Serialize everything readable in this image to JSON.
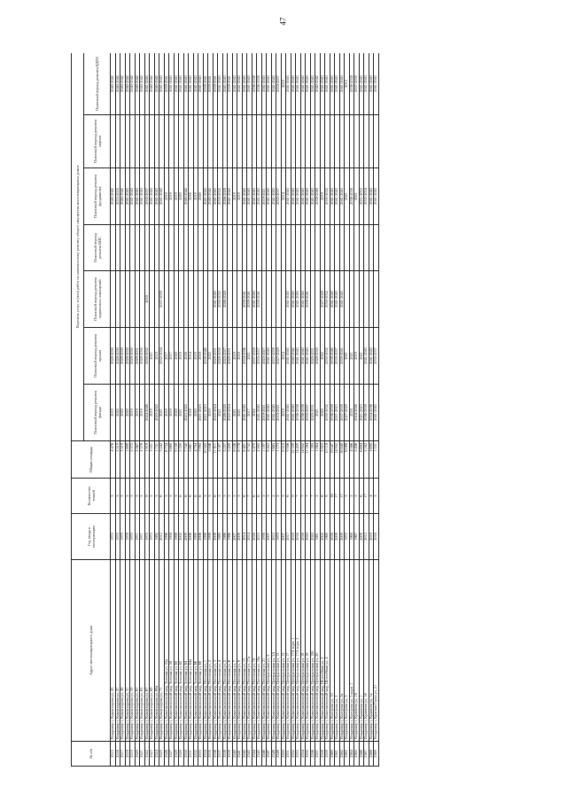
{
  "page_number": "47",
  "table": {
    "headers": {
      "num": "№ п/п",
      "address": "Адрес многоквартирного дома",
      "year": "Год ввода в эксплуатацию",
      "floors": "Количество этажей",
      "area": "Общая площадь",
      "group": "Перечень услуг и (или) работ по капитальному ремонту общего имущества многоквартирных домов",
      "facade": "Плановый период ремонта фасада",
      "roof": "Плановый период ремонта крыши",
      "basement": "Плановый период ремонта подвальных помещений",
      "vis": "Плановый период ремонта ВИС",
      "foundation": "Плановый период ремонта фундамента",
      "lift": "Плановый период ремонта лифтов",
      "gas": "Плановый период ремонта ВДГО"
    },
    "rows": [
      [
        "2515",
        "Владимир г, Комиссарова ул, 43",
        "1972",
        "5",
        "4 476",
        "2019",
        "2028-2030",
        "",
        "",
        "2040-2042",
        "",
        "2040-2042"
      ],
      [
        "2516",
        "Владимир г, Комиссарова ул, 47",
        "1970",
        "5",
        "3 519",
        "2020",
        "2028-2030",
        "",
        "",
        "2033-2035",
        "",
        "2040-2042"
      ],
      [
        "2517",
        "Владимир г, Комиссарова ул, 49",
        "1970",
        "5",
        "3 519",
        "2020",
        "2028-2030",
        "",
        "",
        "2040-2042",
        "",
        "2040-2042"
      ],
      [
        "2518",
        "Владимир г, Комиссарова ул, 51",
        "1978",
        "5",
        "1 699",
        "2020",
        "2028-2030",
        "",
        "",
        "2041-2043",
        "",
        "2040-2042"
      ],
      [
        "2519",
        "Владимир г, Комиссарова ул, 59",
        "1970",
        "5",
        "2 572",
        "2019",
        "2028-2030",
        "",
        "",
        "2041-2043",
        "",
        "2040-2042"
      ],
      [
        "2520",
        "Владимир г, Комиссарова ул, 61",
        "1971",
        "5",
        "2 567",
        "2019",
        "2029-2031",
        "",
        "",
        "2041-2043",
        "",
        "2040-2042"
      ],
      [
        "2521",
        "Владимир г, Комиссарова ул, 63",
        "1971",
        "5",
        "2 578",
        "2019",
        "2028-2030",
        "",
        "",
        "2041-2043",
        "",
        "2040-2042"
      ],
      [
        "2522",
        "Владимир г, Комиссарова ул, 67",
        "1975",
        "9",
        "1 919",
        "2024-2026",
        "2030-2032",
        "2018",
        "",
        "2035-2037",
        "",
        "2041-2043"
      ],
      [
        "2523",
        "Владимир г, Комиссарова ул, 69",
        "1973",
        "5",
        "3 551",
        "2019",
        "2021",
        "",
        "",
        "2041-2043",
        "",
        "2040-2042"
      ],
      [
        "2524",
        "Владимир г, Комиссарова ул, 69а",
        "1982",
        "5",
        "1 751",
        "2020-2022",
        "2019",
        "",
        "",
        "2041-2043",
        "",
        "2040-2042"
      ],
      [
        "2525",
        "Владимир г, Комиссарова ул, 71",
        "2012",
        "6",
        "3 242",
        "2021",
        "2032-2034",
        "2037-2039",
        "",
        "2041-2043",
        "",
        "2041-2043"
      ],
      [
        "2526",
        "Владимир г, Комсомольский мкр, Зеленая ул, 53а",
        "1996",
        "5",
        "6 734",
        "2019",
        "2017",
        "",
        "",
        "2019",
        "",
        "2039-2041"
      ],
      [
        "2527",
        "Владимир г, Комсомольский мкр, Зеленая ул, 58",
        "1994",
        "5",
        "5 660",
        "2019",
        "2017",
        "",
        "",
        "2019",
        "",
        "2041-2043"
      ],
      [
        "2528",
        "Владимир г, Комсомольский мкр, Зеленая ул, 60",
        "1998",
        "5",
        "9 159",
        "2020",
        "2020",
        "",
        "",
        "2019",
        "",
        "2041-2043"
      ],
      [
        "2529",
        "Владимир г, Комсомольский мкр, Зеленая ул, 62",
        "2002",
        "6",
        "5 300",
        "2021",
        "2019",
        "",
        "",
        "2020",
        "",
        "2041-2043"
      ],
      [
        "2530",
        "Владимир г, Комсомольский мкр, Зеленая ул, 64",
        "2009",
        "6",
        "7 742",
        "2023-2025",
        "2016",
        "",
        "",
        "2040-2042",
        "",
        "2041-2043"
      ],
      [
        "2531",
        "Владимир г, Комсомольский мкр, Зеленая ул, 64а",
        "2006",
        "6",
        "5 661",
        "2016",
        "2014",
        "",
        "",
        "2016",
        "",
        "2041-2043"
      ],
      [
        "2532",
        "Владимир г, Комсомольский мкр, Зеленая ул, 66",
        "1999",
        "6",
        "4 794",
        "2020",
        "2019",
        "",
        "",
        "2019",
        "",
        "2041-2043"
      ],
      [
        "2533",
        "Владимир г, Комсомольский мкр, Зеленая ул, 68",
        "2006",
        "6",
        "7 995",
        "2021-2023",
        "2018",
        "",
        "",
        "2020",
        "",
        "2041-2043"
      ],
      [
        "2534",
        "Владимир г, Комсомольский мкр, Песочная ул, 1",
        "1998",
        "5",
        "10 302",
        "2021-2023",
        "2038-2040",
        "",
        "",
        "2041-2043",
        "",
        "2039-2041"
      ],
      [
        "2535",
        "Владимир г, Комсомольский мкр, Песочная ул, 2",
        "1998",
        "5",
        "5 846",
        "2019",
        "2022",
        "",
        "",
        "2040-2042",
        "",
        "2039-2041"
      ],
      [
        "2536",
        "Владимир г, Комсомольский мкр, Песочная ул, 3",
        "2008",
        "6",
        "11 911",
        "2022-2024",
        "2029-2031",
        "2041-2043",
        "",
        "2041-2043",
        "",
        "2039-2041"
      ],
      [
        "2537",
        "Владимир г, Комсомольский мкр, Песочная ул, 4",
        "1989",
        "5",
        "4 167",
        "2021",
        "2028-2030",
        "2030-2032",
        "",
        "2030-2032",
        "",
        "2041-2043"
      ],
      [
        "2538",
        "Владимир г, Комсомольский мкр, Песочная ул, 5",
        "1986",
        "5",
        "5 257",
        "2026-2028",
        "2025-2027",
        "2026-2028",
        "",
        "2026-2028",
        "",
        "2041-2043"
      ],
      [
        "2539",
        "Владимир г, Комсомольский мкр, Песочная ул, 6",
        "1986",
        "5",
        "3 459",
        "2022-2024",
        "2029-2031",
        "",
        "",
        "2041-2043",
        "",
        "2039-2041"
      ],
      [
        "2540",
        "Владимир г, Комсомольский мкр, Песочная ул, 7",
        "2007",
        "5",
        "8 036",
        "2021",
        "2019",
        "",
        "",
        "2019",
        "",
        "2041-2043"
      ],
      [
        "2541",
        "Владимир г, Комсомольский мкр, Песочная ул, 9",
        "2009",
        "5",
        "8 778",
        "2021",
        "2019",
        "",
        "",
        "2019",
        "",
        "2041-2043"
      ],
      [
        "2542",
        "Владимир г, Комсомольский мкр, Песочная ул, 13",
        "2014",
        "6",
        "8 401",
        "2041-2043",
        "2034-2036",
        "2039-2041",
        "",
        "2041-2043",
        "",
        "2041-2043"
      ],
      [
        "2543",
        "Владимир г, Комсомольский мкр, Песочная ул, 17а",
        "2014",
        "7",
        "4 752",
        "2017",
        "2021",
        "2039-2041",
        "",
        "2041-2043",
        "",
        "2041-2043"
      ],
      [
        "2544",
        "Владимир г, Комсомольский мкр, Песочная ул, 19",
        "2016",
        "6",
        "5 470",
        "2022",
        "2037-2039",
        "2041-2043",
        "",
        "2041-2043",
        "",
        "2036-2038"
      ],
      [
        "2545",
        "Владимир г, Комсомольский мкр, Песочная ул, 19а",
        "2015",
        "6",
        "2 902",
        "2041-2043",
        "2035-2037",
        "2039-2041",
        "",
        "2041-2043",
        "",
        "2036-2038"
      ],
      [
        "2546",
        "Владимир г, Комсомольский мкр, Песочная ул, 21",
        "1976",
        "5",
        "1 197",
        "2019-2021",
        "2025-2027",
        "",
        "",
        "2019-2021",
        "",
        "2041-2043"
      ],
      [
        "2547",
        "Владимир г, Комсомольский мкр, Центральная ул, 3",
        "2007",
        "5",
        "9 453",
        "2041-2043",
        "2041-2043",
        "",
        "",
        "2041-2043",
        "",
        "2041-2043"
      ],
      [
        "2548",
        "Владимир г, Комсомольский мкр, Центральная ул, 3А",
        "2012",
        "2",
        "3 665",
        "2041-2043",
        "2037-2039",
        "",
        "",
        "2041-2043",
        "",
        "2041-2043"
      ],
      [
        "2549",
        "Владимир г, Комсомольский мкр, Центральная ул, 13",
        "1970",
        "2",
        "1 173",
        "2019-2021",
        "2027-2029",
        "",
        "",
        "2035-2037",
        "",
        "2035-2037"
      ],
      [
        "2550",
        "Владимир г, Комсомольский мкр, Центральная ул, 15",
        "2007",
        "5",
        "8 510",
        "2019",
        "2014",
        "",
        "",
        "2014",
        "",
        "2019"
      ],
      [
        "2551",
        "Владимир г, Комсомольский мкр, Центральная ул, 17",
        "2017",
        "6",
        "9 506",
        "2041-2043",
        "2041-2043",
        "2041-2043",
        "",
        "2041-2043",
        "",
        "2041-2043"
      ],
      [
        "2552",
        "Владимир г, Комсомольский мкр, Центральная ул, 17А корп. 1",
        "2018",
        "9",
        "12 339",
        "2041-2043",
        "2040-2042",
        "2041-2043",
        "",
        "2041-2043",
        "",
        "2041-2043"
      ],
      [
        "2553",
        "Владимир г, Комсомольский мкр, Центральная ул, 17А корп. 2",
        "2016",
        "7",
        "14 459",
        "2036-2038",
        "2041-2043",
        "2041-2043",
        "",
        "2041-2043",
        "",
        "2041-2043"
      ],
      [
        "2554",
        "Владимир г, Комсомольский мкр, Центральная ул, 18",
        "2016",
        "7",
        "14 852",
        "2036-2038",
        "2041-2043",
        "2041-2043",
        "",
        "2041-2043",
        "",
        "2041-2043"
      ],
      [
        "2555",
        "Владимир г, Комсомольский мкр, Центральная ул, 19",
        "2020",
        "7",
        "11 164",
        "2035-2037",
        "2041-2043",
        "2039-2041",
        "",
        "2041-2043",
        "",
        "2041-2043"
      ],
      [
        "2556",
        "Владимир г, Комсомольский мкр, Центральная ул, 19б",
        "2020",
        "7",
        "1 395",
        "2029-2031",
        "2029-2031",
        "",
        "",
        "2041-2043",
        "",
        "2041-2043"
      ],
      [
        "2557",
        "Владимир г, Комсомольский мкр, Центральная ул, 20",
        "1981",
        "2",
        "1 064",
        "2021",
        "2028-2030",
        "",
        "",
        "2038-2040",
        "",
        "2040-2042"
      ],
      [
        "2558",
        "Владимир г, Комсомольский мкр, Шоссейная ул, 2",
        "2002",
        "6",
        "2 823",
        "2020",
        "2022",
        "2027-2029",
        "",
        "2019",
        "",
        "2041-2043"
      ],
      [
        "2559",
        "Владимир г, Комсомольский мкр, Шоссейная ул, 4",
        "1968",
        "8",
        "10 118",
        "2030-2032",
        "2030-2032",
        "2030-2032",
        "",
        "2030-2032",
        "",
        "2041-2043"
      ],
      [
        "2560",
        "Владимир г, Кострова ул, 10",
        "2016",
        "16",
        "19 047",
        "2036-2038",
        "2038-2040",
        "2041-2043",
        "",
        "2041-2043",
        "",
        "2041-2043"
      ],
      [
        "2561",
        "Владимир г, Кострова ул, 2",
        "2008",
        "17",
        "14 952",
        "2021-2023",
        "2035-2037",
        "2041-2043",
        "",
        "2041-2043",
        "",
        "2041-2043"
      ],
      [
        "2562",
        "Владимир г, Кострова ул, 2а",
        "2009",
        "17",
        "16 849",
        "2037-2039",
        "2039-2041",
        "2041-2043",
        "",
        "2041-2043",
        "",
        "2041-2043"
      ],
      [
        "2563",
        "Владимир г, Кострова ул, 5",
        "1972",
        "5",
        "6 088",
        "2027-2029",
        "2021",
        "",
        "",
        "2021",
        "",
        "2015"
      ],
      [
        "2564",
        "Владимир г, Кострова ул, 5 корп. 1",
        "1968",
        "5",
        "4 566",
        "2018",
        "2021",
        "",
        "",
        "2036-2038",
        "",
        "2036-2038"
      ],
      [
        "2565",
        "Владимир г, Кравнева ул, 18",
        "1967",
        "5",
        "5 456",
        "2024-2026",
        "2019",
        "",
        "",
        "2021",
        "",
        "2037-2039"
      ],
      [
        "2566",
        "Владимир г, Кравнева ул, 1",
        "2009",
        "6",
        "6 684",
        "2021-2023",
        "2021",
        "",
        "",
        "2031-2033",
        "",
        "2041-2043"
      ],
      [
        "2567",
        "Владимир г, Кравнева ул, 16",
        "2012",
        "17",
        "2 162",
        "2036-2038",
        "2041-2043",
        "",
        "",
        "2032-2034",
        "",
        "2041-2043"
      ],
      [
        "2568",
        "Владимир г, Кравнева ул, 1а",
        "2019",
        "4",
        "3 690",
        "2034-2036",
        "2041-2043",
        "",
        "",
        "2041-2043",
        "",
        "2041-2043"
      ],
      [
        "2569",
        "Владимир г, Красная Горка ул, 21",
        "2016",
        "5",
        "1 531",
        "2041-2043",
        "2035-2037",
        "",
        "",
        "2041-2043",
        "",
        "2041-2043"
      ]
    ]
  }
}
